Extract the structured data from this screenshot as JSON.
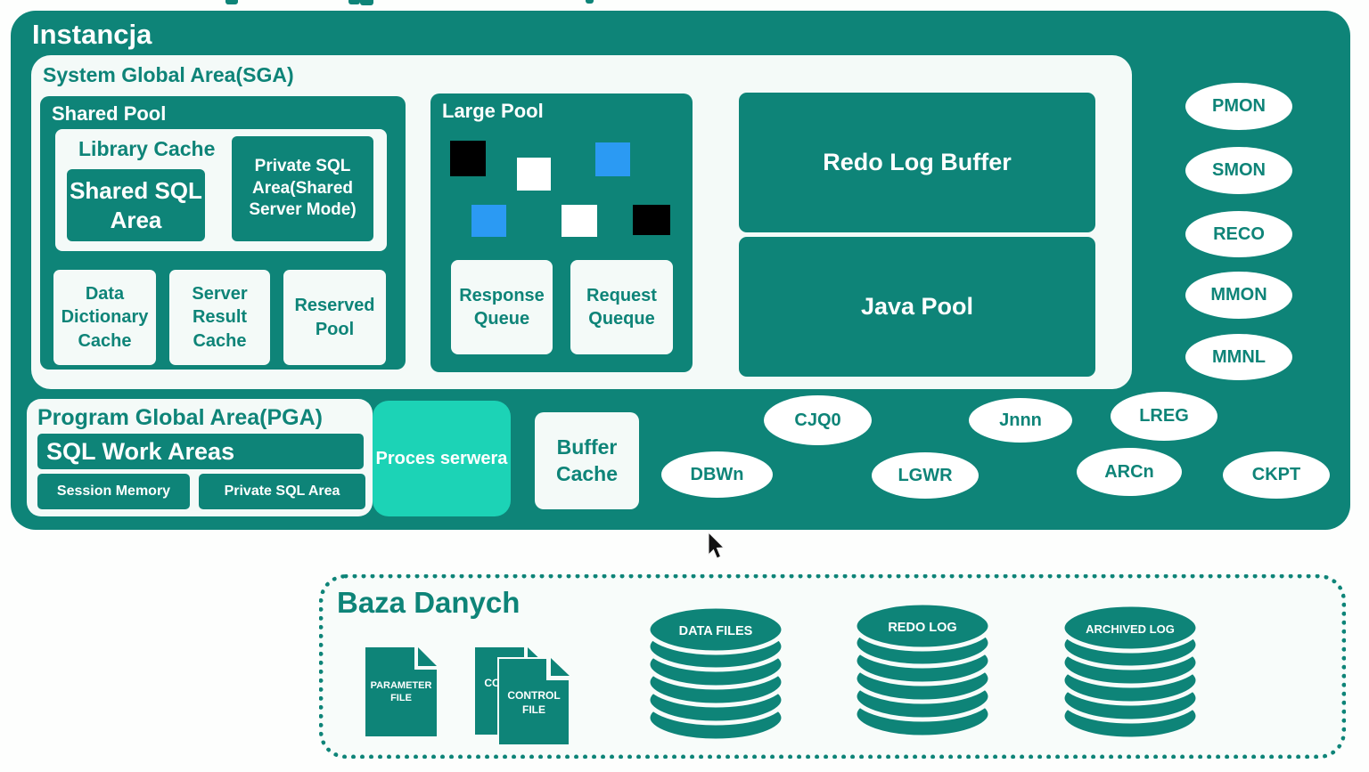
{
  "instance": {
    "title": "Instancja",
    "sga": {
      "title": "System Global Area(SGA)",
      "shared_pool": {
        "title": "Shared Pool",
        "library_cache_title": "Library Cache",
        "shared_sql_area": "Shared SQL Area",
        "private_sql_area": "Private SQL Area(Shared Server Mode)",
        "data_dictionary_cache": "Data Dictionary Cache",
        "server_result_cache": "Server Result Cache",
        "reserved_pool": "Reserved Pool"
      },
      "large_pool": {
        "title": "Large Pool",
        "response_queue": "Response Queue",
        "request_queue": "Request Queque"
      },
      "redo_log_buffer": "Redo Log Buffer",
      "java_pool": "Java Pool"
    },
    "pga": {
      "title": "Program Global Area(PGA)",
      "sql_work_areas": "SQL Work Areas",
      "session_memory": "Session Memory",
      "private_sql_area": "Private SQL Area"
    },
    "server_process": "Proces serwera",
    "buffer_cache": "Buffer Cache",
    "processes_right": [
      "PMON",
      "SMON",
      "RECO",
      "MMON",
      "MMNL"
    ],
    "processes_bottom": [
      "DBWn",
      "CJQ0",
      "LGWR",
      "Jnnn",
      "LREG",
      "ARCn",
      "CKPT"
    ]
  },
  "database": {
    "title": "Baza Danych",
    "parameter_file": "PARAMETER FILE",
    "control_file": "CONTROL FILE",
    "cylinders": [
      "DATA FILES",
      "REDO LOG",
      "ARCHIVED LOG"
    ]
  },
  "colors": {
    "teal": "#0e8478",
    "light_background": "#f4faf8",
    "server_process_bright_teal": "#1cd3b6",
    "memory_chunk_blue": "#2b9af3",
    "memory_chunk_black": "#000000",
    "memory_chunk_white": "#ffffff"
  }
}
